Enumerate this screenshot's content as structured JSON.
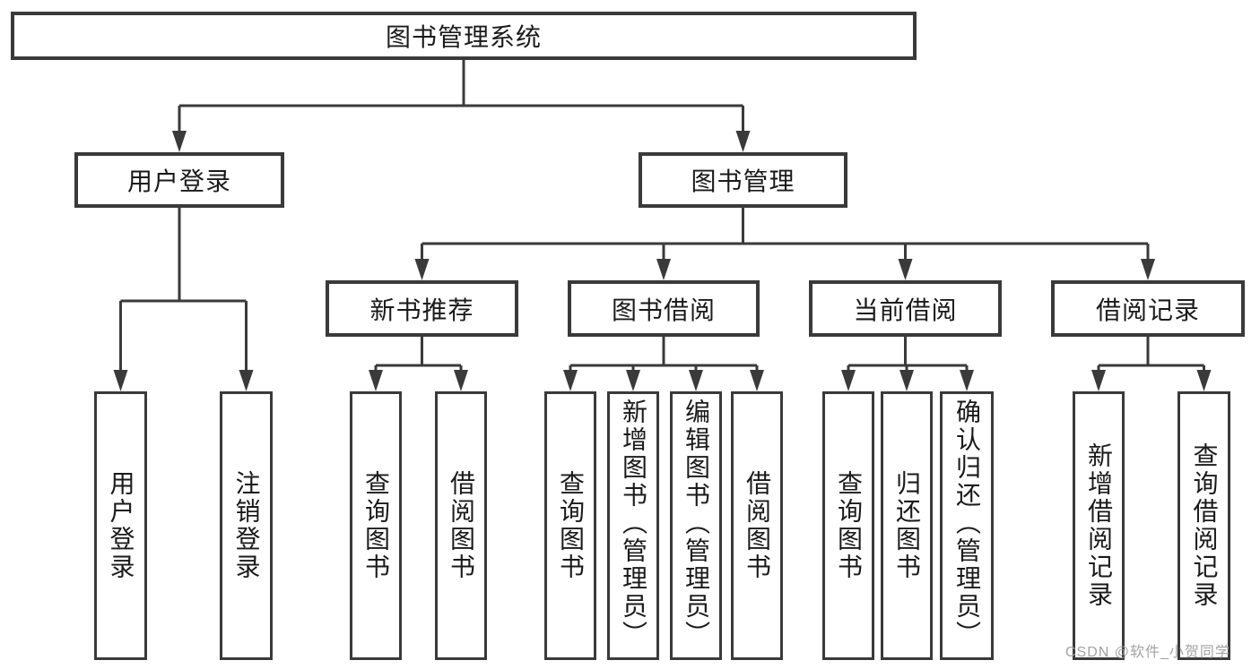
{
  "diagram": {
    "root": "图书管理系统",
    "user_branch": {
      "label": "用户登录",
      "children": [
        "用户登录",
        "注销登录"
      ]
    },
    "book_branch": {
      "label": "图书管理",
      "groups": [
        {
          "label": "新书推荐",
          "children": [
            "查询图书",
            "借阅图书"
          ]
        },
        {
          "label": "图书借阅",
          "children": [
            "查询图书",
            "新增图书（管理员）",
            "编辑图书（管理员）",
            "借阅图书"
          ]
        },
        {
          "label": "当前借阅",
          "children": [
            "查询图书",
            "归还图书",
            "确认归还（管理员）"
          ]
        },
        {
          "label": "借阅记录",
          "children": [
            "新增借阅记录",
            "查询借阅记录"
          ]
        }
      ]
    }
  },
  "colors": {
    "line": "#3a3a3a",
    "box_border": "#3a3a3a",
    "text": "#1a1a1a",
    "watermark": "#9e9e9e"
  },
  "watermark": {
    "text": "CSDN @软件_小贺同学"
  }
}
